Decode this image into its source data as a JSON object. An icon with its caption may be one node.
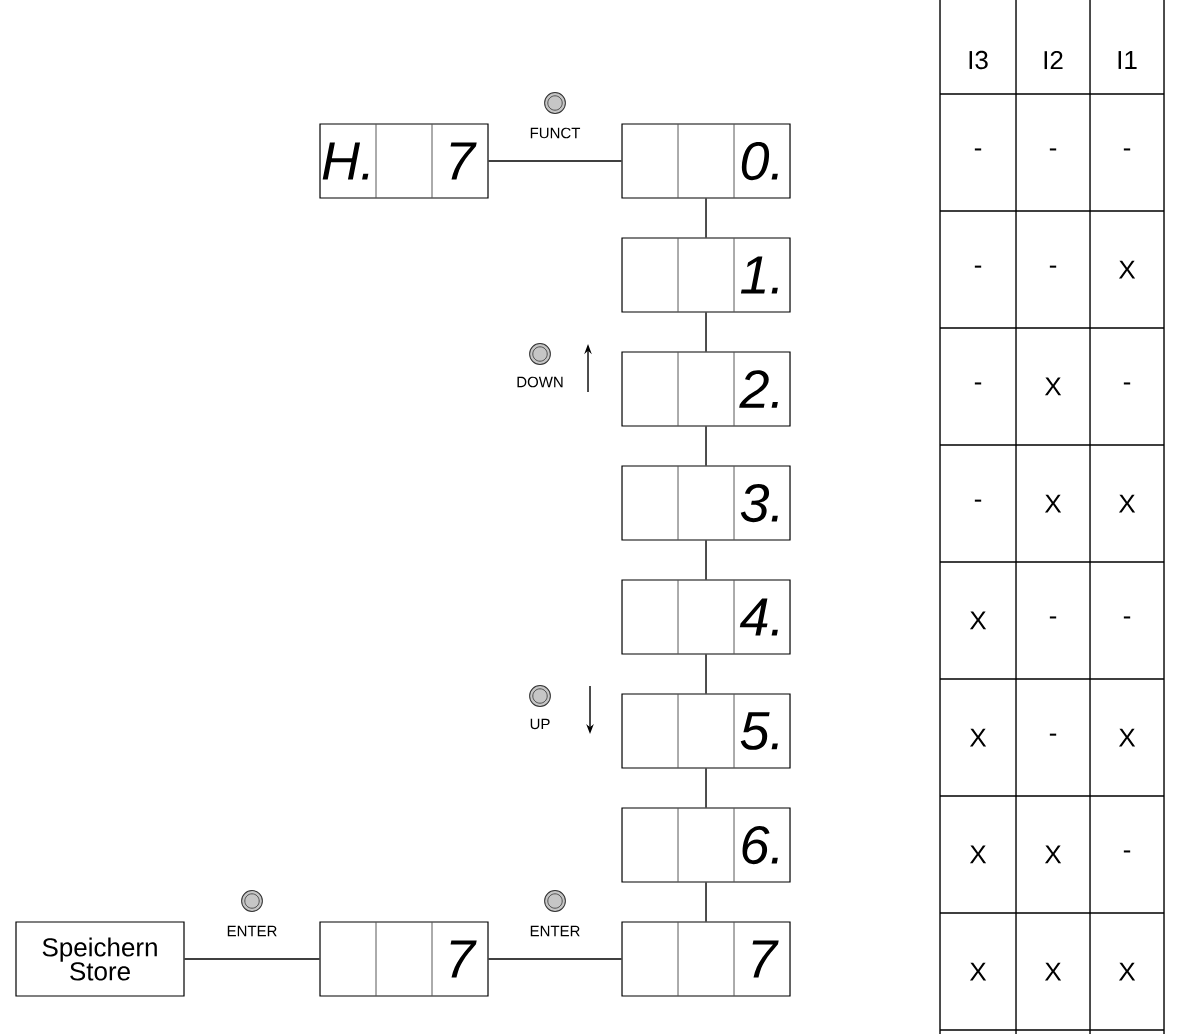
{
  "diagram": {
    "nodes": [
      {
        "text": [
          "H.",
          "7"
        ]
      },
      {
        "text": [
          "0."
        ]
      },
      {
        "text": [
          "1."
        ]
      },
      {
        "text": [
          "2."
        ]
      },
      {
        "text": [
          "3."
        ]
      },
      {
        "text": [
          "4."
        ]
      },
      {
        "text": [
          "5."
        ]
      },
      {
        "text": [
          "6."
        ]
      },
      {
        "text": [
          "7"
        ]
      },
      {
        "text": [
          "7"
        ]
      },
      {
        "text": [
          "Speichern Store"
        ]
      }
    ],
    "edges": [
      {
        "from": 0,
        "to": 1,
        "arrow": "none",
        "label": "FUNCT"
      },
      {
        "from": 1,
        "to": 2,
        "arrow": "none"
      },
      {
        "from": 2,
        "to": 3,
        "arrow": "none"
      },
      {
        "from": 3,
        "to": 4,
        "arrow": "none"
      },
      {
        "from": 4,
        "to": 5,
        "arrow": "none"
      },
      {
        "from": 5,
        "to": 6,
        "arrow": "none"
      },
      {
        "from": 6,
        "to": 7,
        "arrow": "none"
      },
      {
        "from": 7,
        "to": 8,
        "arrow": "none"
      },
      {
        "from": 10,
        "to": 9,
        "arrow": "none",
        "label": "ENTER"
      },
      {
        "from": 9,
        "to": 8,
        "arrow": "none",
        "label": "ENTER"
      }
    ],
    "labels": [
      "DOWN",
      "UP",
      "I3",
      "I2",
      "I1",
      "-",
      "-",
      "-",
      "-",
      "-",
      "X",
      "-",
      "X",
      "-",
      "-",
      "X",
      "X",
      "X",
      "-",
      "-",
      "X",
      "-",
      "X",
      "X",
      "X",
      "-",
      "X",
      "X",
      "X"
    ]
  }
}
